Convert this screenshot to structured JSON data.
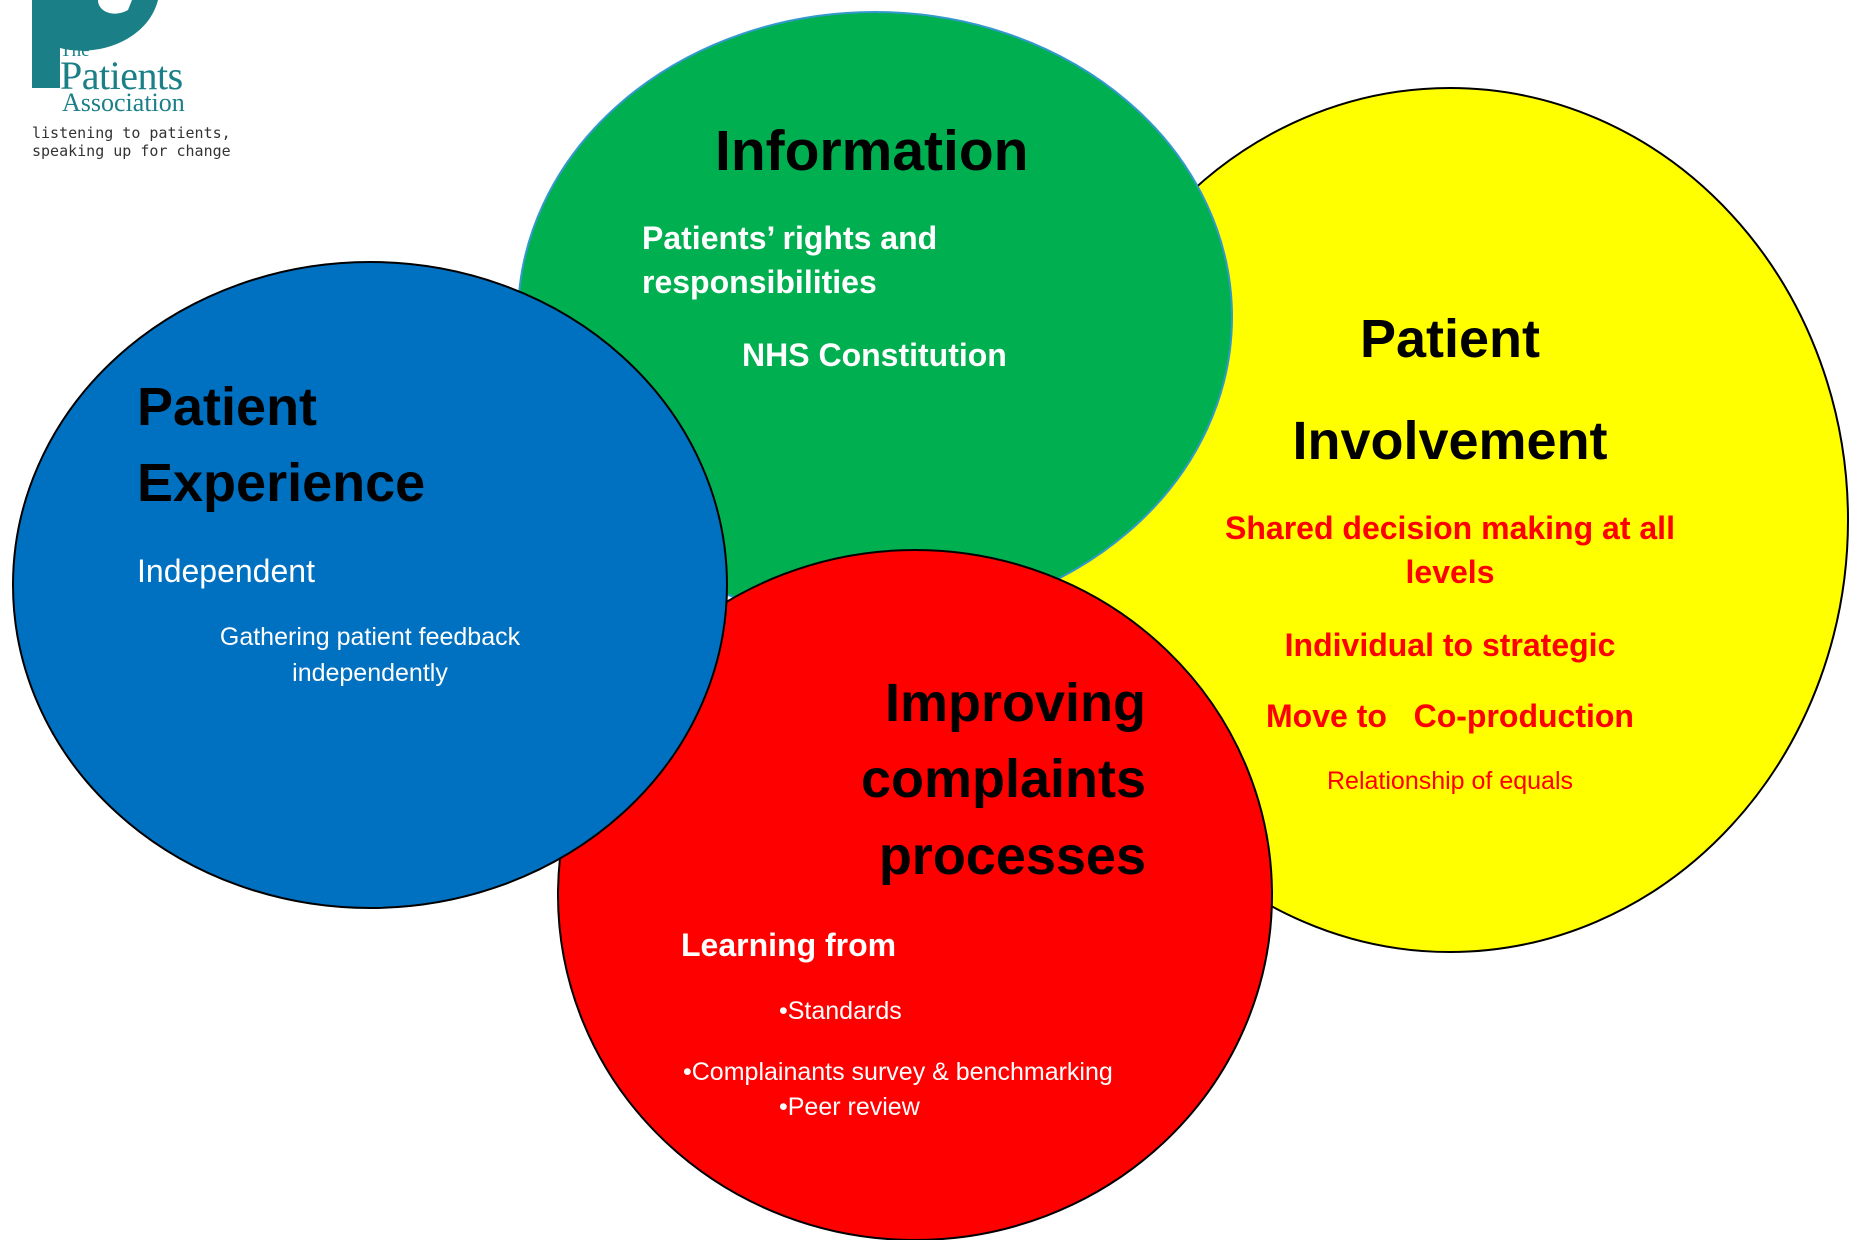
{
  "logo": {
    "the": "The",
    "patients": "Patients",
    "association": "Association",
    "tagline": "listening to patients,\nspeaking up for change",
    "accent_color": "#1a7f86"
  },
  "circles": {
    "information": {
      "color": "#00b050",
      "title": "Information",
      "line1": "Patients’ rights and",
      "line2": "responsibilities",
      "line3": "NHS Constitution"
    },
    "experience": {
      "color": "#0070c0",
      "title1": "Patient",
      "title2": "Experience",
      "sub": "Independent",
      "detail1": "Gathering patient feedback",
      "detail2": "independently"
    },
    "involvement": {
      "color": "#ffff00",
      "title1": "Patient",
      "title2": "Involvement",
      "line1": "Shared decision making at all",
      "line2": "levels",
      "line3": "Individual to strategic",
      "line4": "Move to   Co-production",
      "line5": "Relationship of equals"
    },
    "complaints": {
      "color": "#ff0000",
      "title1": "Improving",
      "title2": "complaints",
      "title3": "processes",
      "learning": "Learning from",
      "bullet1": "•Standards",
      "bullet2": "•Complainants survey & benchmarking",
      "bullet3": "•Peer review"
    }
  }
}
